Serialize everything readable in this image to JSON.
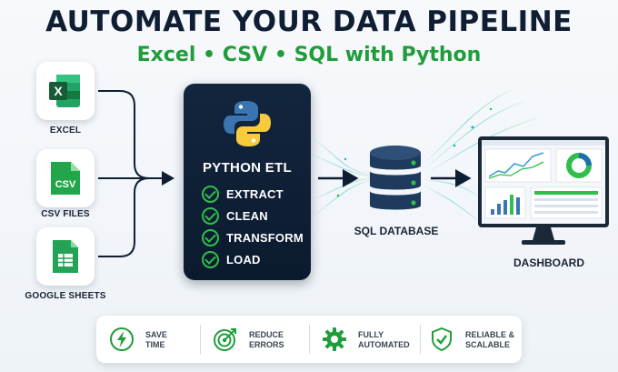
{
  "header": {
    "title": "AUTOMATE YOUR DATA PIPELINE",
    "subtitle": "Excel • CSV • SQL with Python"
  },
  "sources": [
    {
      "label": "EXCEL",
      "icon": "excel-icon",
      "glyph": "X",
      "color": "#1d7a45"
    },
    {
      "label": "CSV FILES",
      "icon": "csv-file-icon",
      "glyph": "CSV",
      "color": "#21a24a"
    },
    {
      "label": "GOOGLE SHEETS",
      "icon": "google-sheets-icon",
      "color": "#23a455"
    }
  ],
  "etl": {
    "title": "PYTHON ETL",
    "icon": "python-logo-icon",
    "steps": [
      "EXTRACT",
      "CLEAN",
      "TRANSFORM",
      "LOAD"
    ]
  },
  "database": {
    "label": "SQL DATABASE",
    "icon": "database-icon"
  },
  "dashboard": {
    "label": "DASHBOARD",
    "icon": "monitor-dashboard-icon"
  },
  "benefits": [
    {
      "label": "SAVE\nTIME",
      "icon": "lightning-icon"
    },
    {
      "label": "REDUCE\nERRORS",
      "icon": "target-icon"
    },
    {
      "label": "FULLY\nAUTOMATED",
      "icon": "gear-icon"
    },
    {
      "label": "RELIABLE &\nSCALABLE",
      "icon": "shield-check-icon"
    }
  ],
  "colors": {
    "navy": "#0f1e33",
    "green": "#1f9d3a",
    "check": "#2fbf4a",
    "python_blue": "#3a75b0",
    "python_yellow": "#f7cb3b",
    "teal": "#14b8b0"
  }
}
